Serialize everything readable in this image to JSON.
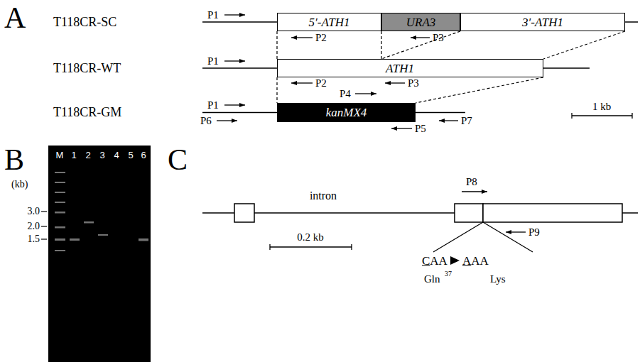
{
  "diagram": {
    "nodes": [
      {
        "text": [
          "5′-ATH1"
        ]
      },
      {
        "text": [
          "URA3"
        ]
      },
      {
        "text": [
          "3′-ATH1"
        ]
      },
      {
        "text": [
          "ATH1"
        ]
      },
      {
        "text": [
          "kanMX4"
        ]
      }
    ],
    "edges": [
      {
        "from": 0,
        "to": 3,
        "arrow": "none"
      },
      {
        "from": 0,
        "to": 3,
        "arrow": "none"
      },
      {
        "from": 2,
        "to": 3,
        "arrow": "none"
      },
      {
        "from": 2,
        "to": 3,
        "arrow": "none"
      },
      {
        "from": 3,
        "to": 4,
        "arrow": "none"
      },
      {
        "from": 3,
        "to": 4,
        "arrow": "none"
      }
    ],
    "labels": [
      "A",
      "T118CR-SC",
      "T118CR-WT",
      "T118CR-GM",
      "P1",
      "P2",
      "P3",
      "P1",
      "P2",
      "P3",
      "P1",
      "P4",
      "P5",
      "P6",
      "P7",
      "1 kb",
      "B",
      "M",
      "1",
      "2",
      "3",
      "4",
      "5",
      "6",
      "(kb)",
      "3.0",
      "2.0",
      "1.5",
      "C",
      "intron",
      "P8",
      "P9",
      "0.2 kb",
      "CAA",
      "AAA",
      "Gln",
      "37",
      "Lys"
    ]
  }
}
